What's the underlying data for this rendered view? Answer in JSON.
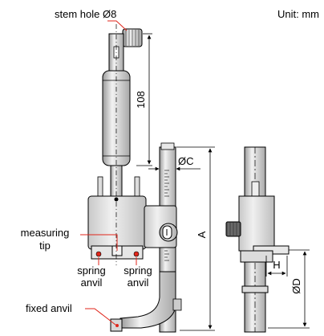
{
  "unit_label": "Unit: mm",
  "callouts": {
    "stem_hole": "stem hole Ø8",
    "measuring_tip_line1": "measuring",
    "measuring_tip_line2": "tip",
    "spring_anvil_left_line1": "spring",
    "spring_anvil_left_line2": "anvil",
    "spring_anvil_right_line1": "spring",
    "spring_anvil_right_line2": "anvil",
    "fixed_anvil": "fixed anvil"
  },
  "dimensions": {
    "stem_length": "108",
    "dim_c": "ØC",
    "dim_a": "A",
    "dim_h": "H",
    "dim_d": "ØD"
  },
  "colors": {
    "leader": "#e0261b",
    "line": "#000000",
    "body_fill": "#e6e6e6",
    "body_shade": "#bdbdbd"
  }
}
